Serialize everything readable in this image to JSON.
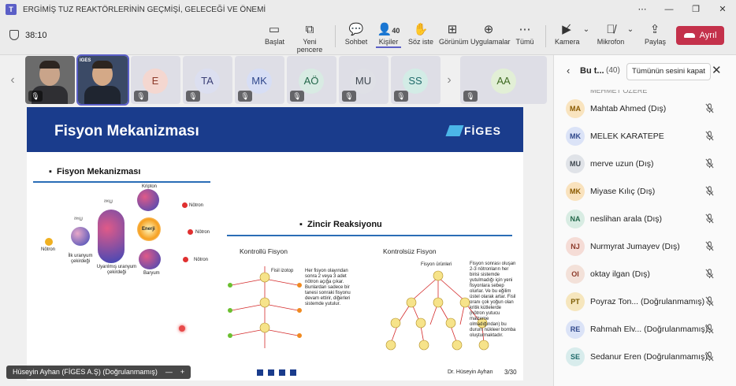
{
  "window": {
    "title": "ERGİMİŞ TUZ REAKTÖRLERİNİN GEÇMİŞİ, GELECEĞİ VE ÖNEMİ",
    "app_icon": "T"
  },
  "toolbar": {
    "timer": "38:10",
    "buttons": {
      "start": "Başlat",
      "new_window": "Yeni pencere",
      "chat": "Sohbet",
      "people": "Kişiler",
      "people_count": "40",
      "raise_hand": "Söz iste",
      "view": "Görünüm",
      "apps": "Uygulamalar",
      "more": "Tümü",
      "camera": "Kamera",
      "mic": "Mikrofon",
      "share": "Paylaş",
      "leave": "Ayrıl"
    },
    "leave_color": "#c4314b"
  },
  "strip": {
    "tiles": [
      {
        "initials": "",
        "video": true
      },
      {
        "initials": "",
        "video": true,
        "selected": true
      },
      {
        "initials": "E",
        "color": "#f4d7d0"
      },
      {
        "initials": "TA",
        "color": "#dcdff0"
      },
      {
        "initials": "MK",
        "color": "#d7def5"
      },
      {
        "initials": "AÖ",
        "color": "#d8ebe3"
      },
      {
        "initials": "MU",
        "color": "#dfe0e6"
      },
      {
        "initials": "SS",
        "color": "#d3ece6"
      },
      {
        "initials": "AA",
        "color": "#e2efd6"
      }
    ]
  },
  "slide": {
    "title": "Fisyon Mekanizması",
    "brand": "FİGES",
    "section1": "Fisyon Mekanizması",
    "section2": "Zincir Reaksiyonu",
    "labels": {
      "kripton": "Kripton",
      "notron": "Nötron",
      "enerji": "Enerji",
      "baryum": "Baryum",
      "u235": "²³⁵U",
      "u236": "²³⁶U",
      "ilk": "İlk uranyum çekirdeği",
      "uyarilmis": "Uyarılmış uranyum çekirdeği",
      "kontrollu": "Kontrollü Fisyon",
      "kontrolsuz": "Kontrolsüz Fisyon",
      "fisil": "Fisil izotop",
      "fisyon_urunleri": "Fisyon ürünleri"
    },
    "text_controlled": "Her fisyon olayından sonra 2 veya 3 adet nötron açığa çıkar. Bunlardan sadece bir tanesi sonraki fisyonu devam ettirir, diğerleri sistemde yutulur.",
    "text_uncontrolled": "Fisyon sonrası oluşan 2-3 nötronların her birisi sistemde yutulmadığı için yeni fisyonlara sebep olurlar. Ve bu eğilim üstel olarak artar. Fisil oranı çok yoğun olan kritik kütlelerde (nötron yutucu malzeme olmadığından) bu durum nükleer bomba oluşturmaktadır.",
    "author": "Dr. Hüseyin Ayhan",
    "page": "3/30"
  },
  "caption": {
    "name": "Hüseyin Ayhan (FİGES A.Ş) (Doğrulanmamış)"
  },
  "panel": {
    "label": "Bu t...",
    "count": "(40)",
    "mute_all": "Tümünün sesini kapat",
    "people": [
      {
        "initials": "MA",
        "name": "Mahtab Ahmed (Dış)",
        "color": "#f9e4bf",
        "fg": "#8a5a00"
      },
      {
        "initials": "MK",
        "name": "MELEK KARATEPE",
        "color": "#dbe3f7",
        "fg": "#30488c"
      },
      {
        "initials": "MU",
        "name": "merve uzun (Dış)",
        "color": "#e0e3e8",
        "fg": "#3f4750"
      },
      {
        "initials": "MK",
        "name": "Miyase Kılıç (Dış)",
        "color": "#f9e2bd",
        "fg": "#8a5a00"
      },
      {
        "initials": "NA",
        "name": "neslihan arala (Dış)",
        "color": "#d8ece3",
        "fg": "#23674a"
      },
      {
        "initials": "NJ",
        "name": "Nurmyrat Jumayev (Dış)",
        "color": "#f5dcd6",
        "fg": "#8c3a2a"
      },
      {
        "initials": "OI",
        "name": "oktay ilgan (Dış)",
        "color": "#f3e1d9",
        "fg": "#8c3a2a"
      },
      {
        "initials": "PT",
        "name": "Poyraz Ton... (Doğrulanmamış)",
        "color": "#f6e6bd",
        "fg": "#7a5a00"
      },
      {
        "initials": "RE",
        "name": "Rahmah Elv... (Doğrulanmamış)",
        "color": "#dbe3f7",
        "fg": "#30488c"
      },
      {
        "initials": "SE",
        "name": "Sedanur Eren (Doğrulanmamış)",
        "color": "#d8ecec",
        "fg": "#1f6a6a"
      }
    ]
  }
}
